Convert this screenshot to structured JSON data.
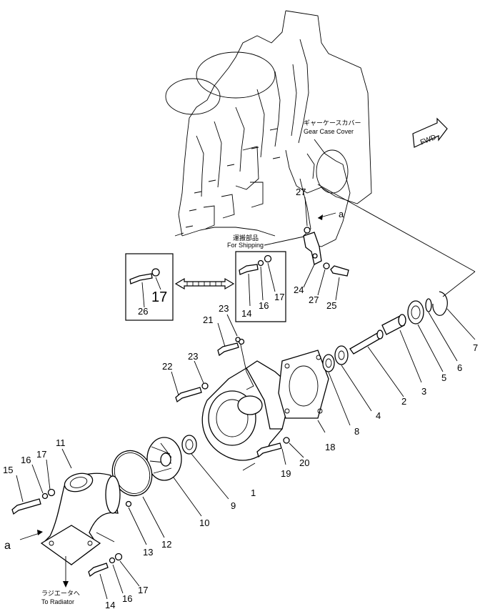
{
  "labels": {
    "gear_case_jp": "ギャーケースカバー",
    "gear_case_en": "Gear Case Cover",
    "fwd": "FWD",
    "shipping_jp": "運搬部品",
    "shipping_en": "For Shipping",
    "radiator_jp": "ラジエータへ",
    "radiator_en": "To Radiator",
    "view_a_top": "a",
    "view_a_bottom": "a"
  },
  "callouts": [
    "1",
    "2",
    "3",
    "4",
    "5",
    "6",
    "7",
    "8",
    "9",
    "10",
    "11",
    "12",
    "13",
    "14",
    "14",
    "15",
    "16",
    "16",
    "16",
    "17",
    "17",
    "17",
    "18",
    "19",
    "20",
    "21",
    "22",
    "23",
    "23",
    "24",
    "25",
    "26",
    "27",
    "27"
  ]
}
